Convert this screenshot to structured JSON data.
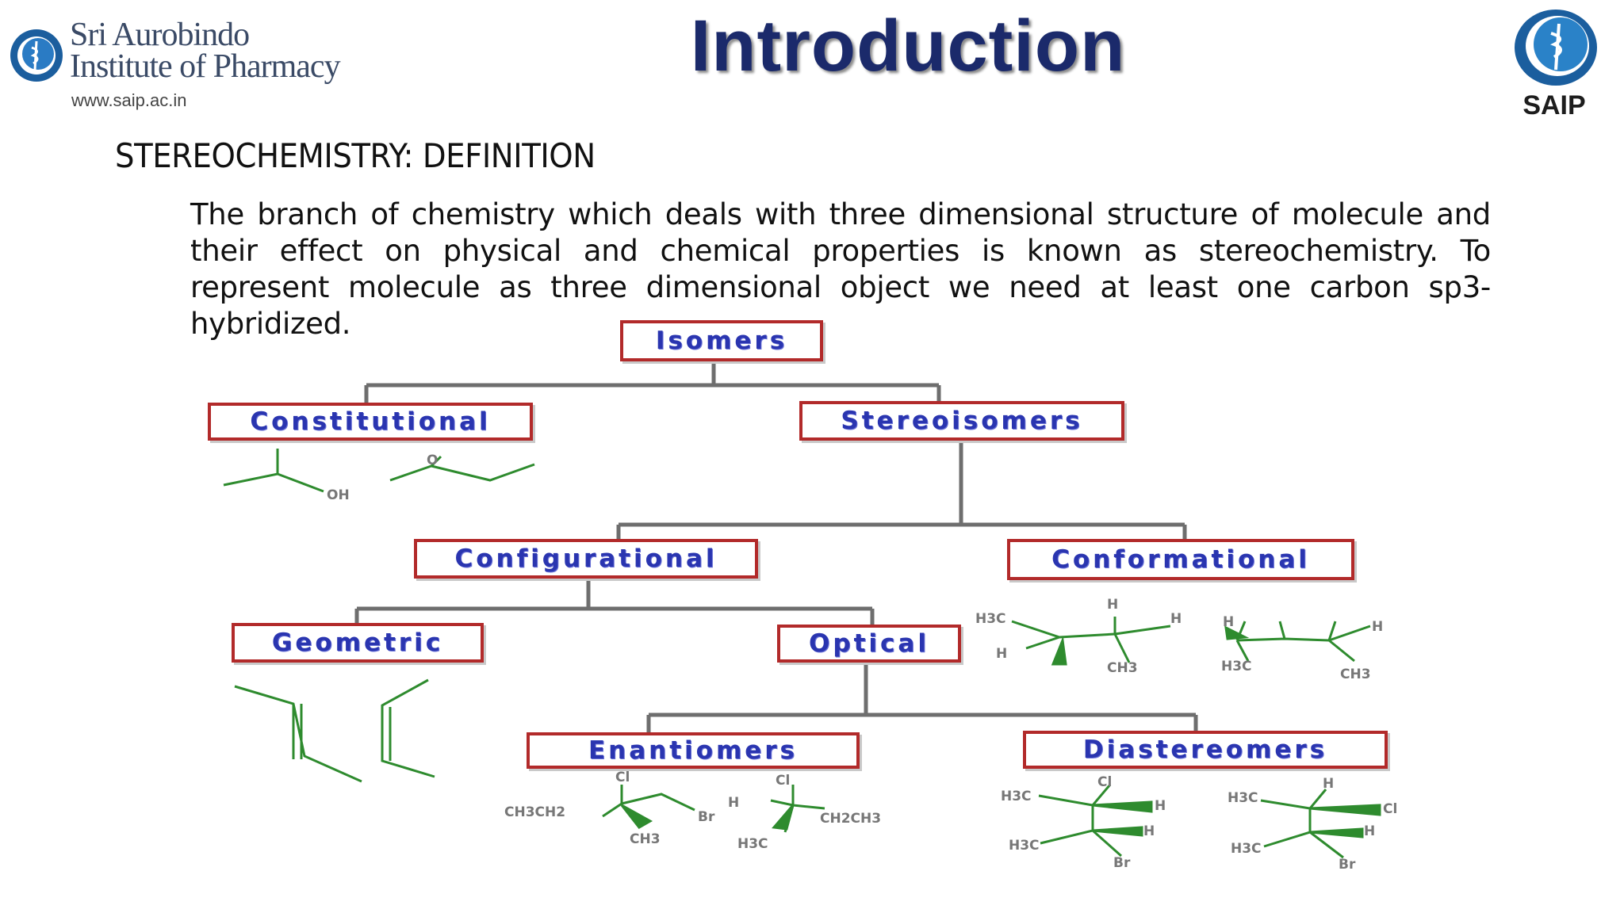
{
  "header": {
    "institute_name_line1": "Sri Aurobindo",
    "institute_name_line2": "Institute of Pharmacy",
    "institute_url": "www.saip.ac.in",
    "slide_title": "Introduction",
    "right_logo_label": "SAIP"
  },
  "content": {
    "section_heading": "STEREOCHEMISTRY: DEFINITION",
    "definition": "The branch of chemistry which deals with three dimensional structure of molecule and their effect on physical and chemical properties is known as stereochemistry. To represent molecule as three dimensional object we need at least one carbon sp3- hybridized."
  },
  "diagram": {
    "nodes": {
      "isomers": "Isomers",
      "constitutional": "Constitutional",
      "stereoisomers": "Stereoisomers",
      "configurational": "Configurational",
      "conformational": "Conformational",
      "geometric": "Geometric",
      "optical": "Optical",
      "enantiomers": "Enantiomers",
      "diastereomers": "Diastereomers"
    },
    "structure_labels": {
      "oh": "OH",
      "o": "O",
      "h": "H",
      "h3c": "H3C",
      "ch3": "CH3",
      "cl": "Cl",
      "br": "Br",
      "ch3ch2": "CH3CH2",
      "ch2ch3": "CH2CH3"
    },
    "colors": {
      "node_border": "#b22a2a",
      "node_text": "#2a35b0",
      "connector": "#6e6e6e",
      "structure": "#2e8b2e"
    }
  }
}
